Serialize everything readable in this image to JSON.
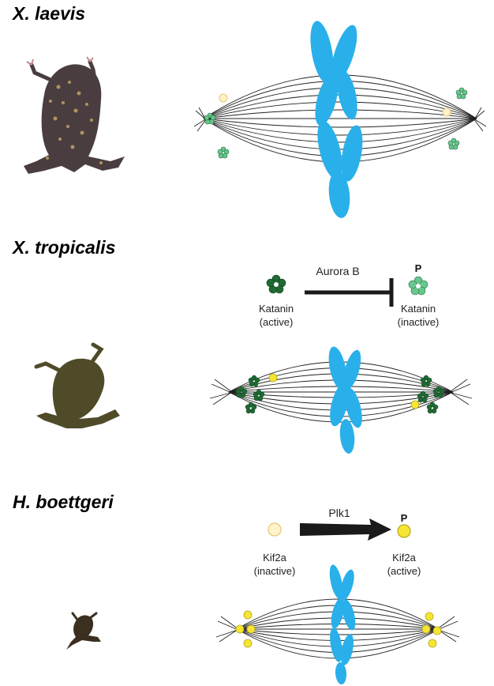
{
  "panels": [
    {
      "species": "X. laevis"
    },
    {
      "species": "X. tropicalis",
      "regulator": "Aurora B",
      "left_protein": "Katanin",
      "left_state": "(active)",
      "right_protein": "Katanin",
      "right_state": "(inactive)",
      "phospho_mark": "P"
    },
    {
      "species": "H. boettgeri",
      "regulator": "Plk1",
      "left_protein": "Kif2a",
      "left_state": "(inactive)",
      "right_protein": "Kif2a",
      "right_state": "(active)",
      "phospho_mark": "P"
    }
  ],
  "colors": {
    "chromosome": "#29b0ea",
    "katanin_active": "#1f6b33",
    "katanin_inactive": "#66c88c",
    "kif2a_active": "#f5e634",
    "kif2a_inactive": "#fff3c9",
    "frog_laevis": "#4a3d40",
    "frog_tropicalis": "#4f4a28",
    "frog_boettgeri": "#3b2f20"
  }
}
